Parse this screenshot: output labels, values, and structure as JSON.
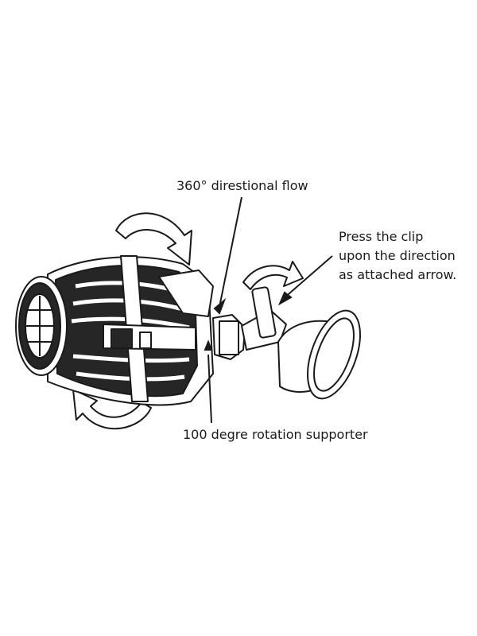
{
  "labels": {
    "flow": "360° direstional flow",
    "clip": [
      "Press the clip",
      "upon the direction",
      "as attached arrow."
    ],
    "rotation": "100 degre rotation supporter"
  },
  "colors": {
    "ink": "#1a1a1a",
    "fill_dark": "#262626",
    "fill_grey": "#6a6a6a",
    "paper": "#ffffff"
  },
  "icons": [
    "rotate-arrow-top-icon",
    "rotate-arrow-bottom-icon",
    "clip-direction-arrow-icon"
  ]
}
